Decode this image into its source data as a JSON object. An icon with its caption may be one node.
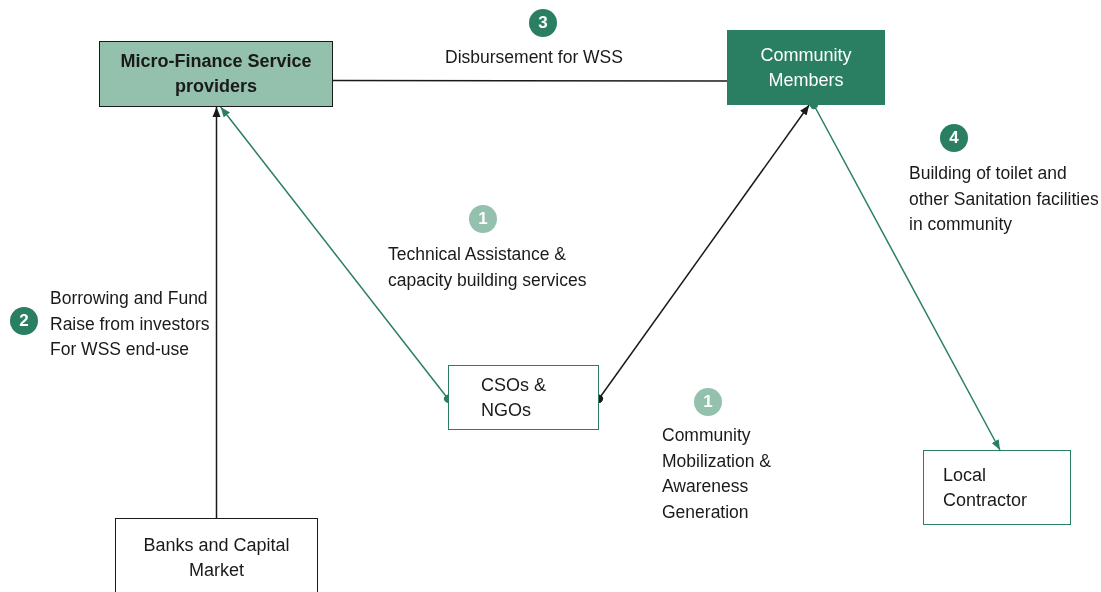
{
  "diagram": {
    "nodes": [
      {
        "text": [
          "Micro-Finance Service providers"
        ]
      },
      {
        "text": [
          "Community Members"
        ]
      },
      {
        "text": [
          "CSOs & NGOs"
        ]
      },
      {
        "text": [
          "Local Contractor"
        ]
      },
      {
        "text": [
          "Banks and Capital Market"
        ]
      }
    ],
    "edges": [
      {
        "from": 4,
        "to": 0,
        "arrow": "to",
        "label": "Borrowing and Fund Raise from investors For WSS end-use"
      },
      {
        "from": 0,
        "to": 1,
        "arrow": "none",
        "label": "Disbursement for WSS"
      },
      {
        "from": 2,
        "to": 0,
        "arrow": "to",
        "color": "#2a7f62",
        "label": "Technical Assistance & capacity building services"
      },
      {
        "from": 2,
        "to": 1,
        "arrow": "to",
        "label": "Community Mobilization & Awareness Generation"
      },
      {
        "from": 1,
        "to": 3,
        "arrow": "to",
        "color": "#2a7f62",
        "label": "Building of toilet and other Sanitation facilities in community"
      }
    ],
    "labels": [
      "3",
      "4",
      "1",
      "2",
      "1"
    ]
  }
}
